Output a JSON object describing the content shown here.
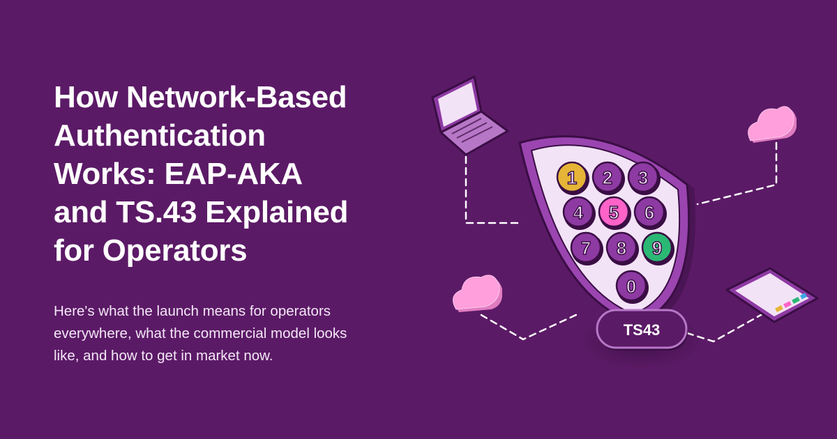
{
  "headline": {
    "lines": [
      "How Network-Based",
      "Authentication",
      "Works: EAP-AKA",
      "and TS.43 Explained",
      "for Operators"
    ]
  },
  "subtitle": {
    "lines": [
      "Here's what the launch means for operators",
      "everywhere, what the commercial model looks",
      "like, and how to get in market now."
    ]
  },
  "illustration": {
    "badge_label": "TS43",
    "keypad": [
      "1",
      "2",
      "3",
      "4",
      "5",
      "6",
      "7",
      "8",
      "9",
      "0"
    ],
    "icons": [
      "laptop-icon",
      "cloud-icon",
      "tablet-icon",
      "shield-icon"
    ]
  },
  "colors": {
    "background": "#5b1a66",
    "shield_fill": "#f3e3f7",
    "shield_border": "#8e3aa3",
    "key_default": "#8e3aa3",
    "key_yellow": "#e6b437",
    "key_pink": "#ff63c8",
    "key_green": "#2bb874",
    "cloud_pink": "#ff9fdc",
    "badge_fill": "#5b1a66"
  }
}
